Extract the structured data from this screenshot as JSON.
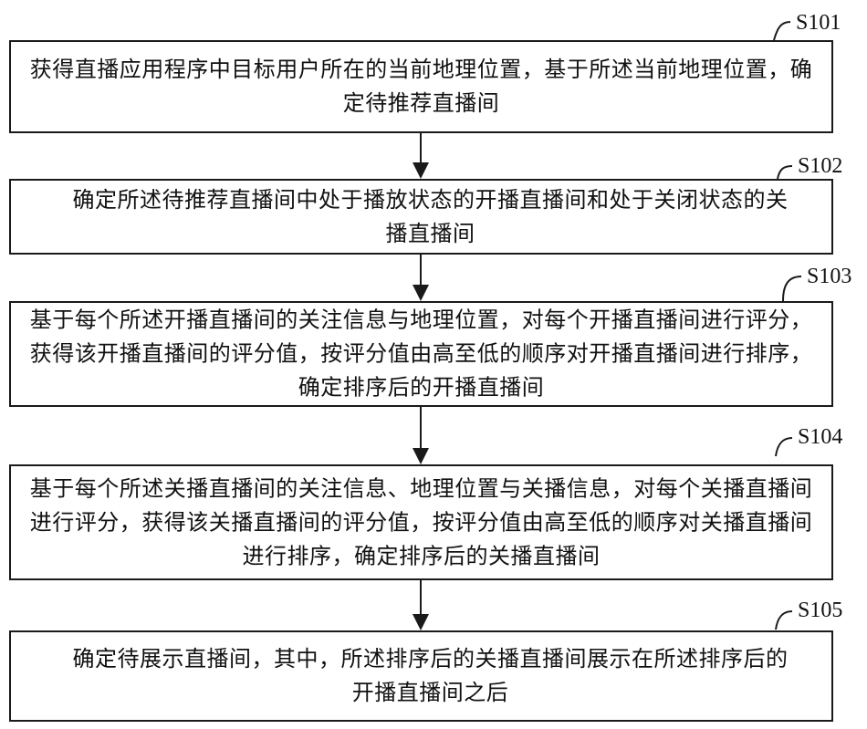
{
  "steps": [
    {
      "id": "S101",
      "text": "获得直播应用程序中目标用户所在的当前地理位置，基于所述当前地理位置，确定待推荐直播间"
    },
    {
      "id": "S102",
      "text": "确定所述待推荐直播间中处于播放状态的开播直播间和处于关闭状态的关播直播间"
    },
    {
      "id": "S103",
      "text": "基于每个所述开播直播间的关注信息与地理位置，对每个开播直播间进行评分，获得该开播直播间的评分值，按评分值由高至低的顺序对开播直播间进行排序，确定排序后的开播直播间"
    },
    {
      "id": "S104",
      "text": "基于每个所述关播直播间的关注信息、地理位置与关播信息，对每个关播直播间进行评分，获得该关播直播间的评分值，按评分值由高至低的顺序对关播直播间进行排序，确定排序后的关播直播间"
    },
    {
      "id": "S105",
      "text": "确定待展示直播间，其中，所述排序后的关播直播间展示在所述排序后的开播直播间之后"
    }
  ]
}
